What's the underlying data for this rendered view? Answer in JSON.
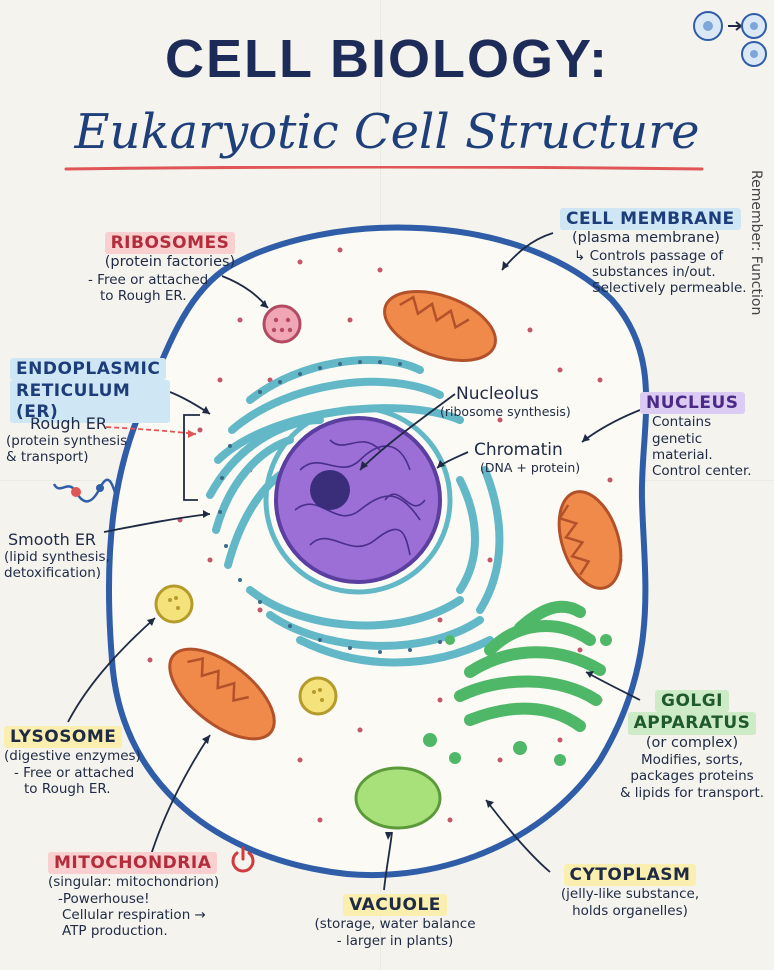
{
  "title": "CELL BIOLOGY:",
  "subtitle": "Eukaryotic Cell Structure",
  "labels": {
    "ribosomes": {
      "title": "RIBOSOMES",
      "sub": "(protein factories)",
      "note1": "- Free or attached",
      "note2": "to Rough ER."
    },
    "cell_membrane": {
      "title": "CELL MEMBRANE",
      "sub": "(plasma membrane)",
      "note1": "Controls passage of",
      "note2": "substances in/out.",
      "note3": "Selectively permeable."
    },
    "er": {
      "title1": "ENDOPLASMIC",
      "title2": "RETICULUM (ER)"
    },
    "rough_er": {
      "title": "Rough ER",
      "sub1": "(protein synthesis",
      "sub2": "& transport)"
    },
    "smooth_er": {
      "title": "Smooth ER",
      "sub1": "(lipid synthesis,",
      "sub2": "detoxification)"
    },
    "nucleolus": {
      "title": "Nucleolus",
      "sub": "(ribosome synthesis)"
    },
    "chromatin": {
      "title": "Chromatin",
      "sub": "(DNA + protein)"
    },
    "nucleus": {
      "title": "NUCLEUS",
      "note1": "Contains",
      "note2": "genetic",
      "note3": "material.",
      "note4": "Control center."
    },
    "lysosome": {
      "title": "LYSOSOME",
      "sub": "(digestive enzymes)",
      "note1": "- Free or attached",
      "note2": "to Rough ER."
    },
    "golgi": {
      "title1": "GOLGI",
      "title2": "APPARATUS",
      "sub": "(or complex)",
      "note1": "Modifies, sorts,",
      "note2": "packages proteins",
      "note3": "& lipids for transport."
    },
    "mitochondria": {
      "title": "MITOCHONDRIA",
      "sub": "(singular: mitochondrion)",
      "note1": "-Powerhouse!",
      "note2": "Cellular respiration →",
      "note3": "ATP production."
    },
    "vacuole": {
      "title": "VACUOLE",
      "sub1": "(storage, water balance",
      "sub2": "- larger in plants)"
    },
    "cytoplasm": {
      "title": "CYTOPLASM",
      "sub1": "(jelly-like substance,",
      "sub2": "holds organelles)"
    }
  },
  "side_text": "Remember: Function",
  "colors": {
    "membrane": "#2f5da8",
    "cytoplasm": "#fbfaf4",
    "nucleus": "#9b6fd6",
    "nucleolus": "#3a2d7a",
    "er": "#63b8c8",
    "mito": "#f08a4b",
    "golgi": "#4fb868",
    "vacuole": "#a8e07a",
    "lysosome": "#f4e27a",
    "ribosome": "#f0a6b4",
    "tag_red": "#f9cfcf",
    "tag_blue": "#cfe6f5",
    "tag_purple": "#dccbf2",
    "tag_yellow": "#fbefb0",
    "tag_green": "#cdebc7"
  },
  "icons": [
    "cell-division-icon",
    "power-icon",
    "protein-chain-icon"
  ]
}
